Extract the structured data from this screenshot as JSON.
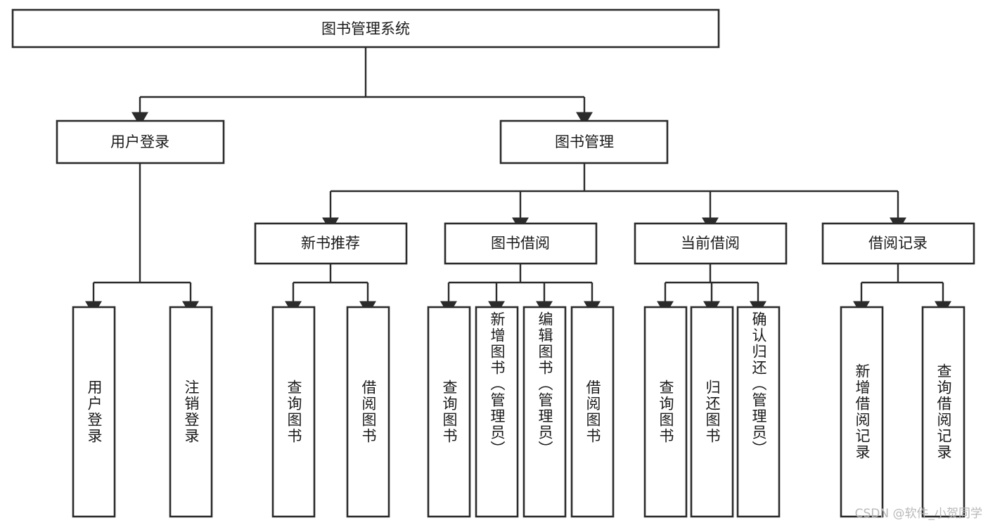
{
  "diagram": {
    "title": "图书管理系统",
    "type": "hierarchy-tree",
    "watermark": "CSDN @软件_小贺同学",
    "colors": {
      "background": "#ffffff",
      "box_stroke": "#2b2b2b",
      "box_fill": "#ffffff",
      "text": "#1a1a1a",
      "watermark": "#b9b9b9"
    },
    "root": {
      "label": "图书管理系统"
    },
    "level2": [
      {
        "label": "用户登录"
      },
      {
        "label": "图书管理"
      }
    ],
    "level3": [
      {
        "label": "新书推荐"
      },
      {
        "label": "图书借阅"
      },
      {
        "label": "当前借阅"
      },
      {
        "label": "借阅记录"
      }
    ],
    "leaves": {
      "user_login": [
        {
          "label": "用户登录"
        },
        {
          "label": "注销登录"
        }
      ],
      "new_book_recommend": [
        {
          "label": "查询图书"
        },
        {
          "label": "借阅图书"
        }
      ],
      "book_borrow": [
        {
          "label": "查询图书"
        },
        {
          "label": "新增图书（管理员）"
        },
        {
          "label": "编辑图书（管理员）"
        },
        {
          "label": "借阅图书"
        }
      ],
      "current_borrow": [
        {
          "label": "查询图书"
        },
        {
          "label": "归还图书"
        },
        {
          "label": "确认归还（管理员）"
        }
      ],
      "borrow_record": [
        {
          "label": "新增借阅记录"
        },
        {
          "label": "查询借阅记录"
        }
      ]
    }
  }
}
